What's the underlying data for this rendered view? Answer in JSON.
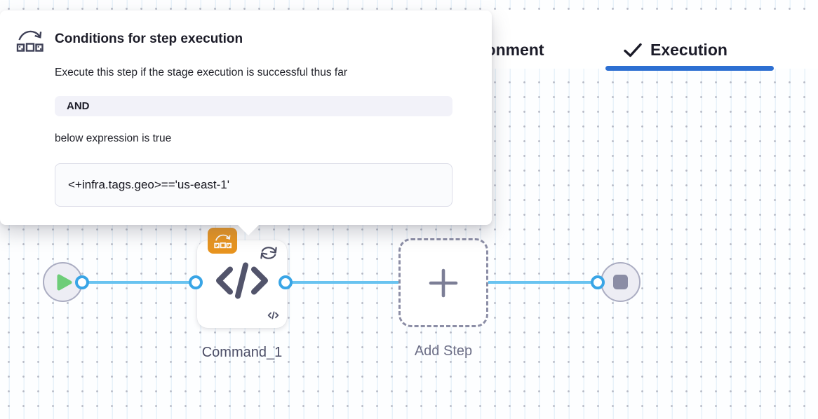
{
  "popover": {
    "icon": "conditional-execution-icon",
    "title": "Conditions for step execution",
    "subtitle": "Execute this step if the stage execution is successful thus far",
    "operator_chip": "AND",
    "expression_label": "below expression is true",
    "expression_value": "<+infra.tags.geo>=='us-east-1'"
  },
  "tabs": {
    "items": [
      {
        "label": "Environment",
        "active": false
      },
      {
        "label": "Execution",
        "active": true,
        "icon": "checkmark-icon"
      }
    ]
  },
  "pipeline": {
    "nodes": [
      {
        "type": "start",
        "icon": "play-icon"
      },
      {
        "type": "step",
        "label": "Command_1",
        "badge_icon": "conditional-execution-badge-icon",
        "corner_icon": "loop-icon",
        "main_icon": "code-icon"
      },
      {
        "type": "add-step",
        "label": "Add Step",
        "icon": "plus-icon"
      },
      {
        "type": "end",
        "icon": "stop-icon"
      }
    ]
  },
  "colors": {
    "edge_blue": "#69c3f0",
    "connector_blue": "#39a5e6",
    "tab_underline_blue": "#2d6fd2",
    "badge_orange": "#e8941f",
    "play_green": "#6ecd79",
    "node_slate": "#52546b"
  }
}
